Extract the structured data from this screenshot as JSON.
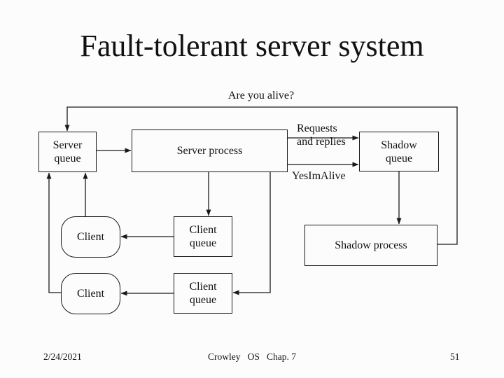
{
  "slide": {
    "title": "Fault-tolerant server system",
    "footer": {
      "date": "2/24/2021",
      "credit": "Crowley   OS   Chap. 7",
      "page_number": "51"
    }
  },
  "diagram": {
    "boxes": {
      "server_queue": "Server\nqueue",
      "server_process": "Server process",
      "shadow_queue": "Shadow\nqueue",
      "shadow_process": "Shadow process",
      "client_1": "Client",
      "client_queue_1": "Client\nqueue",
      "client_2": "Client",
      "client_queue_2": "Client\nqueue"
    },
    "edge_labels": {
      "are_you_alive": "Are you alive?",
      "requests_and_replies": "Requests\nand replies",
      "yes_im_alive": "YesImAlive"
    }
  },
  "colors": {
    "background": "#fcfcfc",
    "line": "#1a1a1a",
    "text": "#111111"
  }
}
